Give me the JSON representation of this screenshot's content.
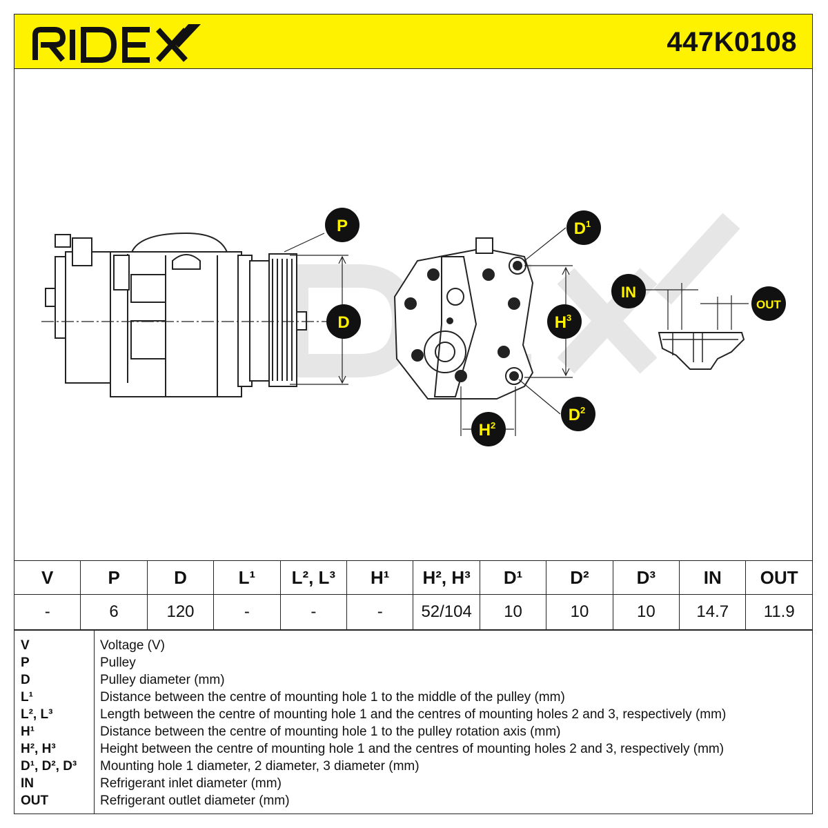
{
  "header": {
    "brand": "RIDEX",
    "part_number": "447K0108",
    "colors": {
      "header_bg": "#fff200",
      "callout_bg": "#111111",
      "callout_text": "#fff200"
    }
  },
  "drawing": {
    "watermark": "RIDEX",
    "callouts": {
      "p": "P",
      "d": "D",
      "d1_base": "D",
      "d1_sup": "1",
      "h3_base": "H",
      "h3_sup": "3",
      "d2_base": "D",
      "d2_sup": "2",
      "h2_base": "H",
      "h2_sup": "2",
      "in": "IN",
      "out": "OUT"
    }
  },
  "spec_table": {
    "headers": [
      "V",
      "P",
      "D",
      "L¹",
      "L², L³",
      "H¹",
      "H², H³",
      "D¹",
      "D²",
      "D³",
      "IN",
      "OUT"
    ],
    "values": [
      "-",
      "6",
      "120",
      "-",
      "-",
      "-",
      "52/104",
      "10",
      "10",
      "10",
      "14.7",
      "11.9"
    ]
  },
  "legend": [
    {
      "code": "V",
      "desc": "Voltage (V)"
    },
    {
      "code": "P",
      "desc": "Pulley"
    },
    {
      "code": "D",
      "desc": "Pulley diameter (mm)"
    },
    {
      "code": "L¹",
      "desc": "Distance between the centre of mounting hole 1 to the middle of the pulley (mm)"
    },
    {
      "code": "L², L³",
      "desc": "Length between the centre of mounting hole 1 and the centres of mounting holes 2 and 3, respectively (mm)"
    },
    {
      "code": "H¹",
      "desc": "Distance between the centre of mounting hole 1 to the pulley rotation axis (mm)"
    },
    {
      "code": "H², H³",
      "desc": "Height between the centre of mounting hole 1 and the centres of mounting holes 2 and 3, respectively (mm)"
    },
    {
      "code": "D¹, D², D³",
      "desc": "Mounting hole 1 diameter, 2 diameter, 3 diameter (mm)"
    },
    {
      "code": "IN",
      "desc": "Refrigerant inlet diameter (mm)"
    },
    {
      "code": "OUT",
      "desc": "Refrigerant outlet diameter (mm)"
    }
  ]
}
